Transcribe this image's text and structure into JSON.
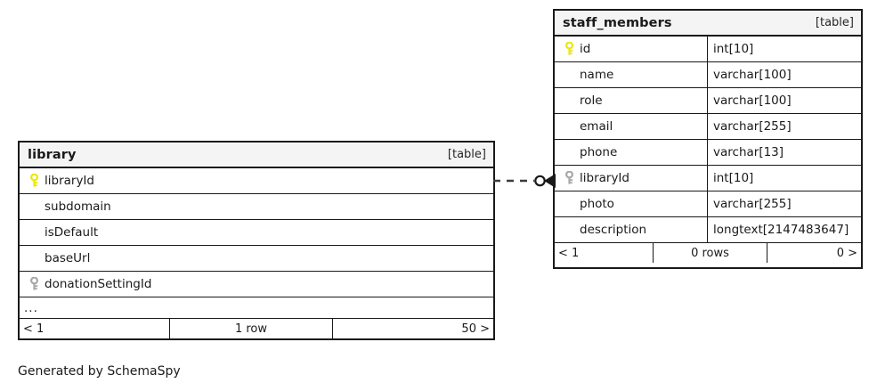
{
  "diagram": {
    "type": "entity-relationship-diagram",
    "generator_caption": "Generated by SchemaSpy",
    "table_tag": "[table]",
    "ellipsis": "...",
    "colors": {
      "primary_key_icon": "#e8e80a",
      "foreign_key_icon": "#a8a8a8",
      "border": "#191919",
      "header_background": "#f4f4f4",
      "background": "#ffffff"
    }
  },
  "tables": {
    "library": {
      "name": "library",
      "tag": "[table]",
      "has_type_column": false,
      "columns": [
        {
          "key": "primary",
          "name": "libraryId",
          "type": ""
        },
        {
          "key": "none",
          "name": "subdomain",
          "type": ""
        },
        {
          "key": "none",
          "name": "isDefault",
          "type": ""
        },
        {
          "key": "none",
          "name": "baseUrl",
          "type": ""
        },
        {
          "key": "foreign",
          "name": "donationSettingId",
          "type": ""
        }
      ],
      "truncated": true,
      "footer": {
        "left": "< 1",
        "center": "1 row",
        "right": "50 >"
      }
    },
    "staff_members": {
      "name": "staff_members",
      "tag": "[table]",
      "has_type_column": true,
      "columns": [
        {
          "key": "primary",
          "name": "id",
          "type": "int[10]"
        },
        {
          "key": "none",
          "name": "name",
          "type": "varchar[100]"
        },
        {
          "key": "none",
          "name": "role",
          "type": "varchar[100]"
        },
        {
          "key": "none",
          "name": "email",
          "type": "varchar[255]"
        },
        {
          "key": "none",
          "name": "phone",
          "type": "varchar[13]"
        },
        {
          "key": "foreign",
          "name": "libraryId",
          "type": "int[10]"
        },
        {
          "key": "none",
          "name": "photo",
          "type": "varchar[255]"
        },
        {
          "key": "none",
          "name": "description",
          "type": "longtext[2147483647]"
        }
      ],
      "truncated": false,
      "footer": {
        "left": "< 1",
        "center": "0 rows",
        "right": "0 >"
      }
    }
  },
  "relationships": [
    {
      "from_table": "library",
      "from_column": "libraryId",
      "to_table": "staff_members",
      "to_column": "libraryId",
      "line_style": "dashed",
      "from_marker": "none",
      "to_marker": "zero-or-many"
    }
  ]
}
